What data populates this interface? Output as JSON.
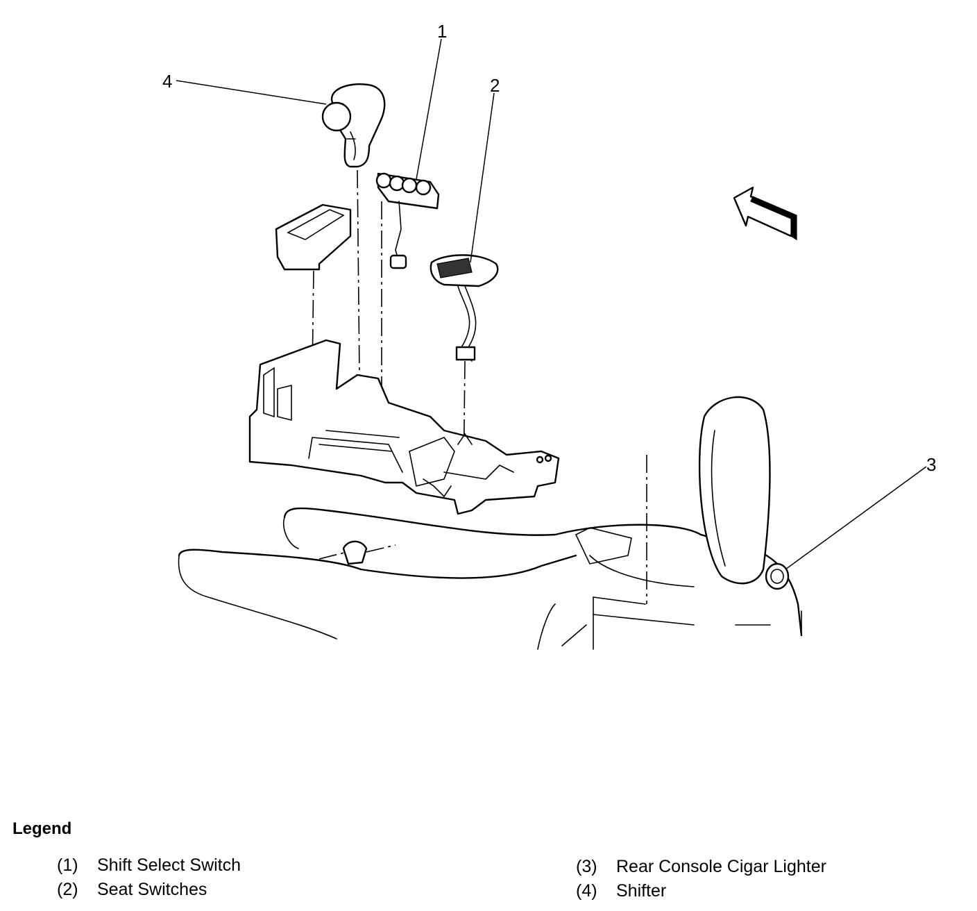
{
  "callouts": {
    "c1": "1",
    "c2": "2",
    "c3": "3",
    "c4": "4"
  },
  "legend": {
    "title": "Legend",
    "items": [
      {
        "num": "(1)",
        "label": "Shift Select Switch"
      },
      {
        "num": "(2)",
        "label": "Seat Switches"
      },
      {
        "num": "(3)",
        "label": "Rear Console Cigar Lighter"
      },
      {
        "num": "(4)",
        "label": "Shifter"
      }
    ]
  },
  "icons": {
    "arrow": "direction-arrow-icon"
  },
  "colors": {
    "line": "#000000",
    "background": "#ffffff"
  }
}
